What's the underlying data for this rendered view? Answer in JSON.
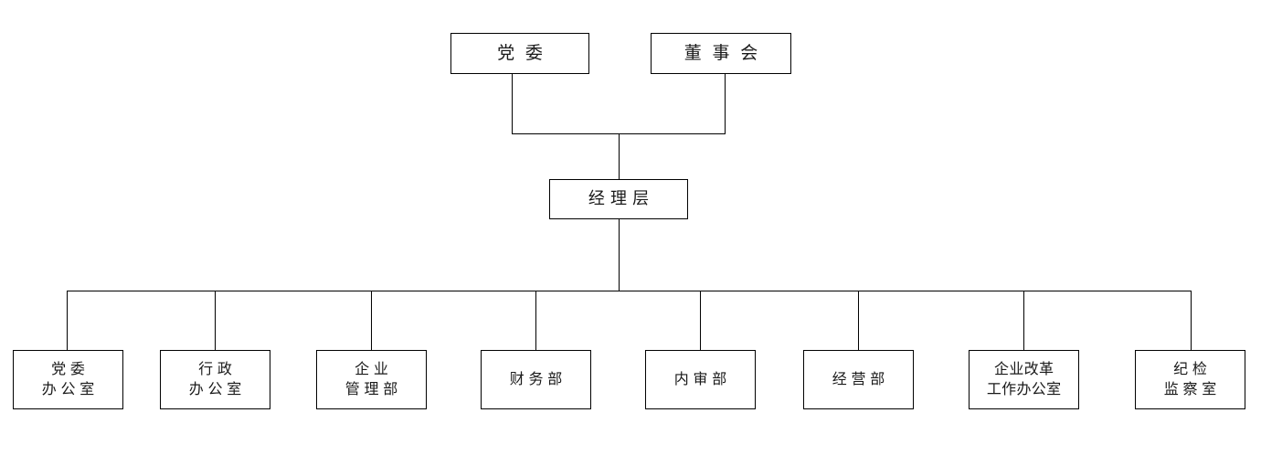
{
  "diagram": {
    "type": "organization-chart",
    "orientation": "top-down",
    "line_color": "#000000",
    "box_border_color": "#000000",
    "background_color": "#ffffff",
    "text_color": "#1a1a1a"
  },
  "levels": {
    "top": {
      "party_committee": {
        "label": "党委"
      },
      "board": {
        "label": "董事会"
      }
    },
    "management": {
      "label": "经理层"
    },
    "departments": [
      {
        "line1": "党委",
        "line2": "办公室"
      },
      {
        "line1": "行政",
        "line2": "办公室"
      },
      {
        "line1": "企业",
        "line2": "管理部"
      },
      {
        "line1": "财务部",
        "line2": ""
      },
      {
        "line1": "内审部",
        "line2": ""
      },
      {
        "line1": "经营部",
        "line2": ""
      },
      {
        "line1": "企业改革",
        "line2": "工作办公室"
      },
      {
        "line1": "纪检",
        "line2": "监察室"
      }
    ]
  }
}
